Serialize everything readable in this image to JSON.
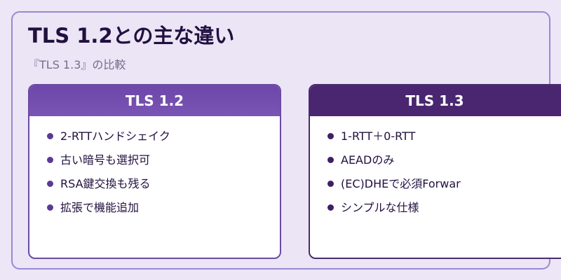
{
  "title": "TLS 1.2との主な違い",
  "subtitle": "『TLS 1.3』の比較",
  "left": {
    "heading": "TLS 1.2",
    "items": [
      "2-RTTハンドシェイク",
      "古い暗号も選択可",
      "RSA鍵交換も残る",
      "拡張で機能追加"
    ]
  },
  "right": {
    "heading": "TLS 1.3",
    "items": [
      "1-RTT＋0-RTT",
      "AEADのみ",
      "(EC)DHEで必須Forwar",
      "シンプルな仕様"
    ]
  },
  "colors": {
    "background": "#ece6f6",
    "left_header": "#6d47a9",
    "right_header": "#4b2670",
    "title_text": "#22103f"
  }
}
